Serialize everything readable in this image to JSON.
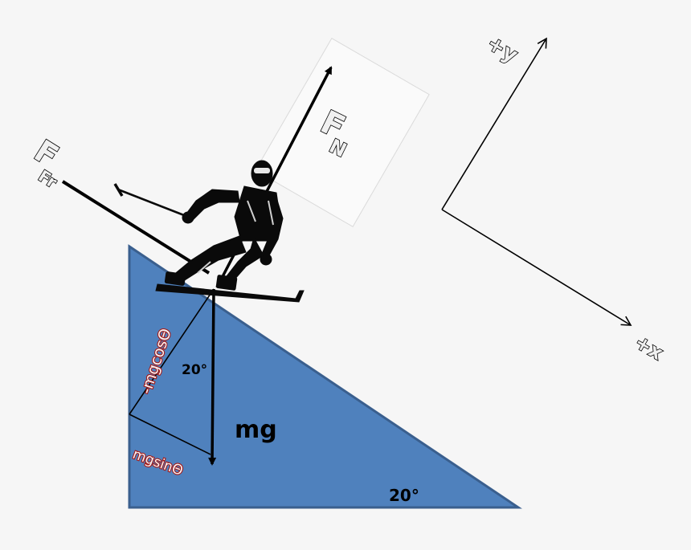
{
  "labels": {
    "fn_main": "F",
    "fn_sub": "N",
    "ffr_main": "F",
    "ffr_sub": "Fr",
    "plus_y": "+y",
    "plus_x": "+x",
    "mg": "mg",
    "angle_top": "20°",
    "angle_base": "20°",
    "mgcos": "-mgcosΘ",
    "mgsin": "mgsinΘ"
  },
  "colors": {
    "slope_fill": "#4f81bd",
    "slope_edge": "#3a5f8e",
    "component_label": "#a31818",
    "line": "#000000"
  }
}
